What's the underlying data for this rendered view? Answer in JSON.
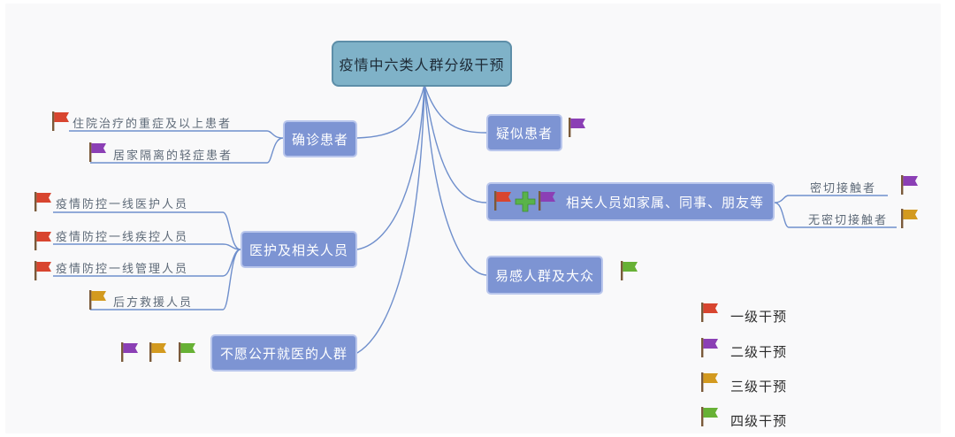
{
  "colors": {
    "flag_red": "#d8452f",
    "flag_purple": "#8b3fb5",
    "flag_gold": "#d39a1f",
    "flag_green": "#67b135",
    "plus_green": "#59b34a",
    "node_blue": "#7d94d3",
    "root_teal": "#7fb2c8",
    "link_blue": "#6f8fcc"
  },
  "root": {
    "title": "疫情中六类人群分级干预"
  },
  "branches": {
    "confirmed": {
      "label": "确诊患者",
      "leaves": [
        {
          "text": "住院治疗的重症及以上患者",
          "flag": "red-flag-icon"
        },
        {
          "text": "居家隔离的轻症患者",
          "flag": "purple-flag-icon"
        }
      ]
    },
    "medical": {
      "label": "医护及相关人员",
      "leaves": [
        {
          "text": "疫情防控一线医护人员",
          "flag": "red-flag-icon"
        },
        {
          "text": "疫情防控一线疾控人员",
          "flag": "red-flag-icon"
        },
        {
          "text": "疫情防控一线管理人员",
          "flag": "red-flag-icon"
        },
        {
          "text": "后方救援人员",
          "flag": "gold-flag-icon"
        }
      ]
    },
    "reluctant": {
      "label": "不愿公开就医的人群",
      "flags": [
        "purple-flag-icon",
        "gold-flag-icon",
        "green-flag-icon"
      ]
    },
    "suspected": {
      "label": "疑似患者",
      "flag": "purple-flag-icon"
    },
    "related": {
      "label": "相关人员如家属、同事、朋友等",
      "icons": [
        "red-flag-icon",
        "plus-icon",
        "purple-flag-icon"
      ],
      "leaves": [
        {
          "text": "密切接触者",
          "flag": "purple-flag-icon"
        },
        {
          "text": "无密切接触者",
          "flag": "gold-flag-icon"
        }
      ]
    },
    "public": {
      "label": "易感人群及大众",
      "flag": "green-flag-icon"
    }
  },
  "legend": [
    {
      "label": "一级干预",
      "flag": "red-flag-icon"
    },
    {
      "label": "二级干预",
      "flag": "purple-flag-icon"
    },
    {
      "label": "三级干预",
      "flag": "gold-flag-icon"
    },
    {
      "label": "四级干预",
      "flag": "green-flag-icon"
    }
  ]
}
